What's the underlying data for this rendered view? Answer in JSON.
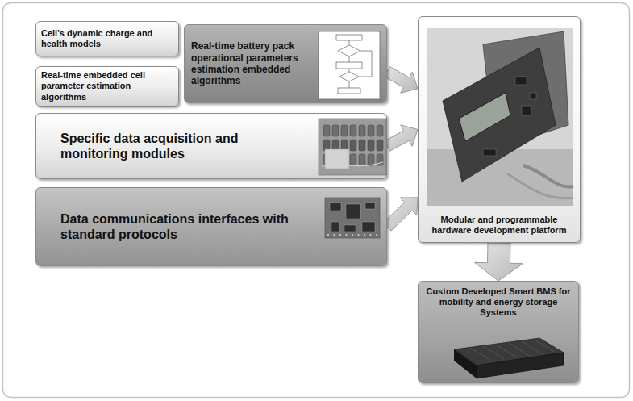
{
  "diagram": {
    "nodes": [
      {
        "text": [
          "Cell's dynamic charge and health models"
        ]
      },
      {
        "text": [
          "Real-time embedded cell parameter estimation algorithms"
        ]
      },
      {
        "text": [
          "Real-time battery pack operational parameters estimation embedded algorithms"
        ]
      },
      {
        "text": [
          "Specific data acquisition and monitoring modules"
        ]
      },
      {
        "text": [
          "Data communications interfaces with standard protocols"
        ]
      },
      {
        "text": [
          "Modular and programmable hardware development platform"
        ]
      },
      {
        "text": [
          "Custom Developed Smart BMS for mobility and energy storage Systems"
        ]
      }
    ],
    "edges": [
      {
        "from": 2,
        "to": 5,
        "arrow": "to"
      },
      {
        "from": 3,
        "to": 5,
        "arrow": "to"
      },
      {
        "from": 4,
        "to": 5,
        "arrow": "to"
      },
      {
        "from": 5,
        "to": 6,
        "arrow": "to"
      }
    ]
  }
}
